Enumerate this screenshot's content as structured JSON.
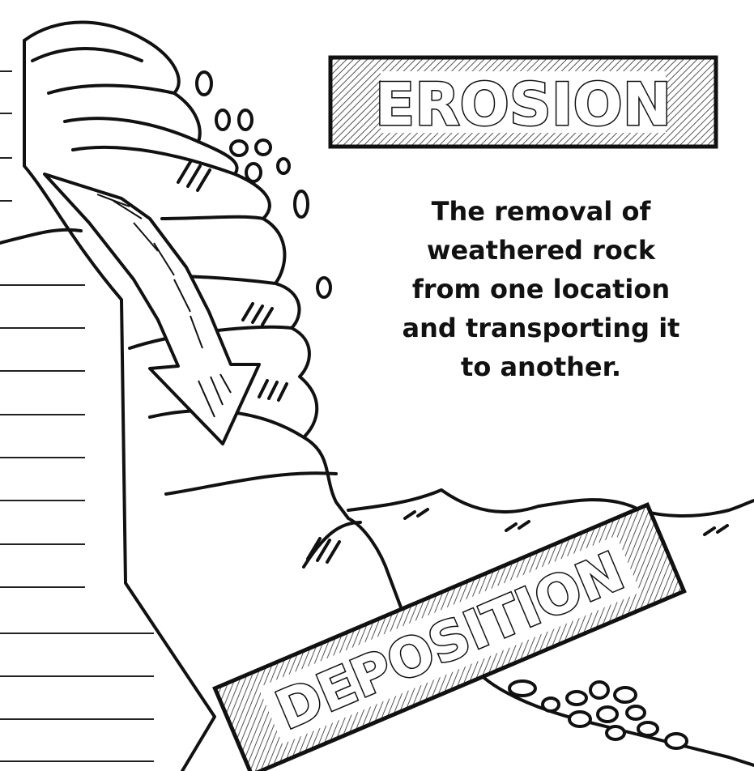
{
  "erosion_label": "EROSION",
  "deposition_label": "DEPOSITION",
  "definition_lines": [
    "The removal of",
    "weathered rock",
    "from one location",
    "and transporting it",
    "to another."
  ],
  "colors": {
    "ink": "#111111",
    "paper": "#ffffff"
  }
}
